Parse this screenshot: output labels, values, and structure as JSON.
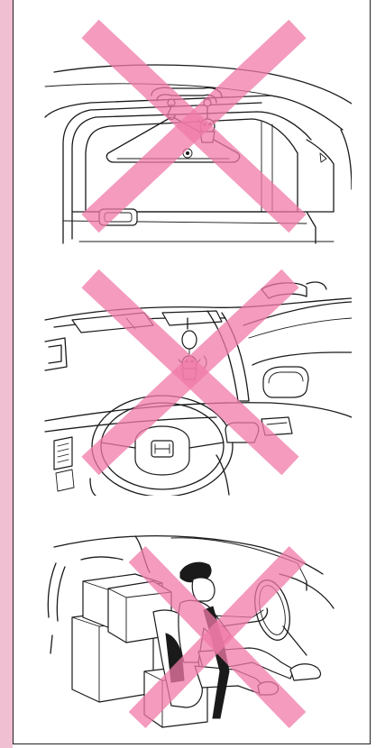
{
  "page": {
    "accent_band_color": "#f1bfd2",
    "prohibition_mark_color": "#f07aa8"
  },
  "illustrations": [
    {
      "icon": "hanger-on-rear-door-window",
      "prohibited": true
    },
    {
      "icon": "ornament-hanging-from-rearview-mirror",
      "prohibited": true
    },
    {
      "icon": "cargo-stacked-behind-driver",
      "prohibited": true
    }
  ]
}
